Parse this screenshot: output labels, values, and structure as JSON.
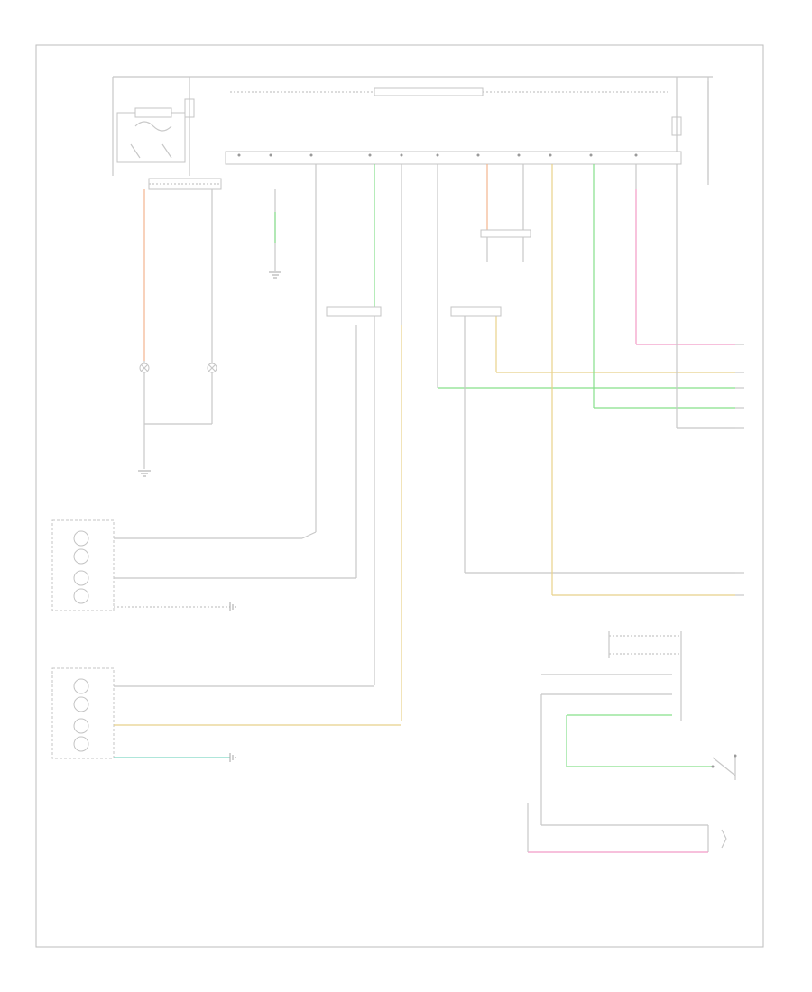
{
  "diagram": {
    "corner_label": "",
    "colors": {
      "frame": "#bdbdbd",
      "gray": "#c8c8c8",
      "orange": "#f3b58f",
      "green": "#86e08b",
      "yellow": "#e8d18a",
      "pink": "#f29bc6",
      "teal": "#7fd6c4",
      "text": "#9a9a9a"
    },
    "components": [
      {
        "id": "fuse-block-top-left",
        "icon": "fuse-block-icon"
      },
      {
        "id": "fuse-block-top-right",
        "icon": "fuse-block-icon"
      },
      {
        "id": "totally-integrated-power-module",
        "icon": "module-bar-icon"
      },
      {
        "id": "left-front-park-lamp",
        "icon": "lamp-icon"
      },
      {
        "id": "right-front-park-lamp",
        "icon": "lamp-icon"
      },
      {
        "id": "left-headlamp",
        "icon": "headlamp-icon"
      },
      {
        "id": "right-headlamp",
        "icon": "headlamp-icon"
      },
      {
        "id": "splice-block",
        "icon": "connector-icon"
      },
      {
        "id": "headlamp-switch",
        "icon": "switch-icon"
      },
      {
        "id": "auto-headlamp-sensor",
        "icon": "sensor-icon"
      }
    ],
    "grounds": [
      {
        "id": "ground-g101"
      },
      {
        "id": "ground-g102"
      },
      {
        "id": "ground-g103"
      },
      {
        "id": "ground-g104"
      }
    ],
    "wires": [
      {
        "id": "wire-orange-left-park",
        "color": "#f3b58f"
      },
      {
        "id": "wire-green-vertical-1",
        "color": "#86e08b"
      },
      {
        "id": "wire-green-horizontal-1",
        "color": "#86e08b"
      },
      {
        "id": "wire-green-vertical-2",
        "color": "#86e08b"
      },
      {
        "id": "wire-orange-center",
        "color": "#f3b58f"
      },
      {
        "id": "wire-yellow-horizontal-1",
        "color": "#e8d18a"
      },
      {
        "id": "wire-yellow-vertical-1",
        "color": "#e8d18a"
      },
      {
        "id": "wire-yellow-right-headlamp",
        "color": "#e8d18a"
      },
      {
        "id": "wire-pink-top-right",
        "color": "#f29bc6"
      },
      {
        "id": "wire-pink-bottom",
        "color": "#f29bc6"
      },
      {
        "id": "wire-green-switch",
        "color": "#86e08b"
      },
      {
        "id": "wire-teal-right-headlamp-ground",
        "color": "#7fd6c4"
      }
    ]
  }
}
